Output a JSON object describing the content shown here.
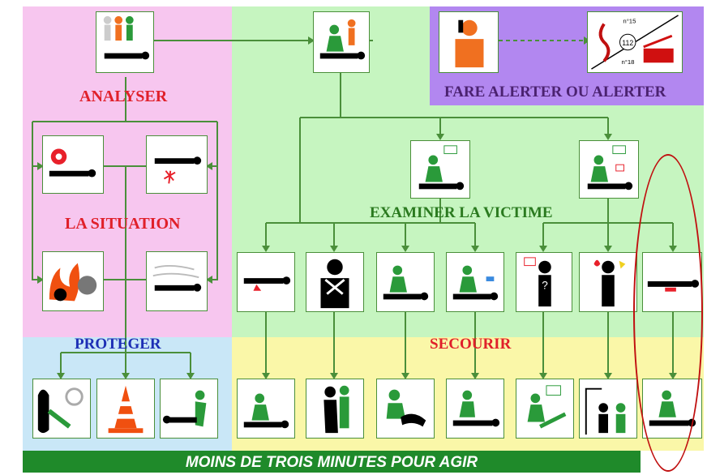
{
  "titles": {
    "analyser": "ANALYSER",
    "situation": "LA SITUATION",
    "alerter": "FARE ALERTER OU ALERTER",
    "examiner": "EXAMINER LA VICTIME",
    "proteger": "PROTEGER",
    "secourir": "SECOURIR"
  },
  "footer": "MOINS DE TROIS MINUTES POUR AGIR",
  "emergency_numbers": {
    "n15": "n°15",
    "n112": "112",
    "n18": "n°18"
  },
  "colors": {
    "pink_zone": "#f7c6ef",
    "green_zone": "#c6f5c0",
    "purple_zone": "#b287f0",
    "blue_zone": "#c9e7f7",
    "yellow_zone": "#faf7a8",
    "footer": "#1f8a2a",
    "connector": "#4a8f3a",
    "title_red": "#e0202a",
    "title_green": "#2a7a1f",
    "title_blue": "#1d2fb5",
    "title_purple": "#4b2270",
    "highlight_oval": "#c01010"
  },
  "icons": [
    "witnesses-and-victim-icon",
    "first-aider-kneeling-icon",
    "phone-caller-icon",
    "emergency-services-icon",
    "electric-hazard-icon",
    "spark-hazard-icon",
    "fire-hazard-icon",
    "gas-hazard-icon",
    "check-consciousness-icon",
    "check-breathing-icon",
    "bleeding-victim-icon",
    "choking-victim-icon",
    "unconscious-breathing-icon",
    "cardiac-arrest-icon",
    "malaise-victim-icon",
    "burn-victim-icon",
    "trauma-victim-icon",
    "cut-power-icon",
    "traffic-cone-icon",
    "drag-victim-icon",
    "compress-wound-icon",
    "back-blows-icon",
    "recovery-position-icon",
    "cpr-defibrillation-icon",
    "talk-to-victim-icon",
    "cool-burn-icon",
    "immobilize-victim-icon"
  ]
}
